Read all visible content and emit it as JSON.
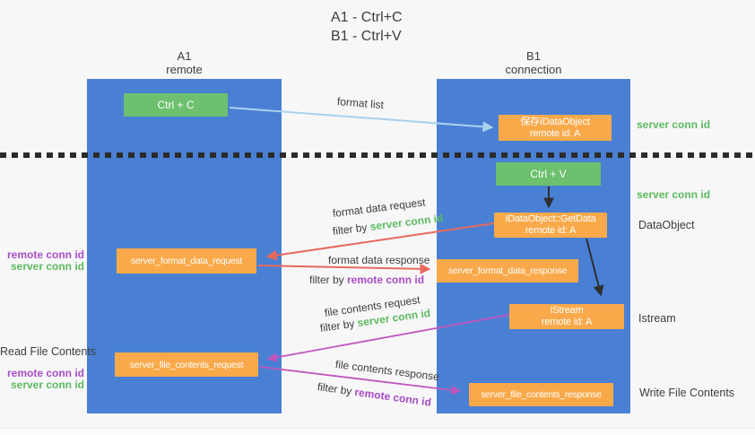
{
  "title": {
    "line1": "A1 - Ctrl+C",
    "line2": "B1 - Ctrl+V"
  },
  "columns": {
    "left": {
      "name": "A1",
      "subtitle": "remote"
    },
    "right": {
      "name": "B1",
      "subtitle": "connection"
    }
  },
  "boxes": {
    "ctrl_c": {
      "label": "Ctrl + C"
    },
    "save_idataobject": {
      "line1": "保存IDataObject",
      "line2": "remote id: A"
    },
    "ctrl_v": {
      "label": "Ctrl + V"
    },
    "getdata": {
      "line1": "IDataObject::GetData",
      "line2": "remote id: A"
    },
    "format_request": {
      "label": "server_format_data_request"
    },
    "format_response": {
      "label": "server_format_data_response"
    },
    "istream": {
      "line1": "IStream",
      "line2": "remote id: A"
    },
    "file_request": {
      "label": "server_file_contents_request"
    },
    "file_response": {
      "label": "server_file_contents_response"
    }
  },
  "right_labels": {
    "server_conn_id_1": "server conn id",
    "server_conn_id_2": "server conn id",
    "dataobject": "DataObject",
    "istream": "Istream",
    "write_file_contents": "Write File Contents"
  },
  "left_labels": {
    "remote_conn_id_1": "remote conn id",
    "server_conn_id_1": "server conn id",
    "read_file_contents": "Read File Contents",
    "remote_conn_id_2": "remote conn id",
    "server_conn_id_2": "server conn id"
  },
  "arrow_labels": {
    "format_list": "format list",
    "format_data_request": "format data request",
    "format_data_response": "format data response",
    "file_contents_request": "file contents request",
    "file_contents_response": "file contents response",
    "filter_by": "filter by ",
    "server_conn_id": "server conn id",
    "remote_conn_id": "remote conn id"
  },
  "colors": {
    "column_blue": "#4a80d4",
    "box_orange": "#f9a94a",
    "box_green": "#6cc06e",
    "green_text": "#5cba60",
    "purple_text": "#a84cc5",
    "arrow_red": "#e7695d",
    "arrow_magenta": "#c155be",
    "arrow_lightblue": "#a9d2ee",
    "arrow_black": "#2f2f2f"
  }
}
